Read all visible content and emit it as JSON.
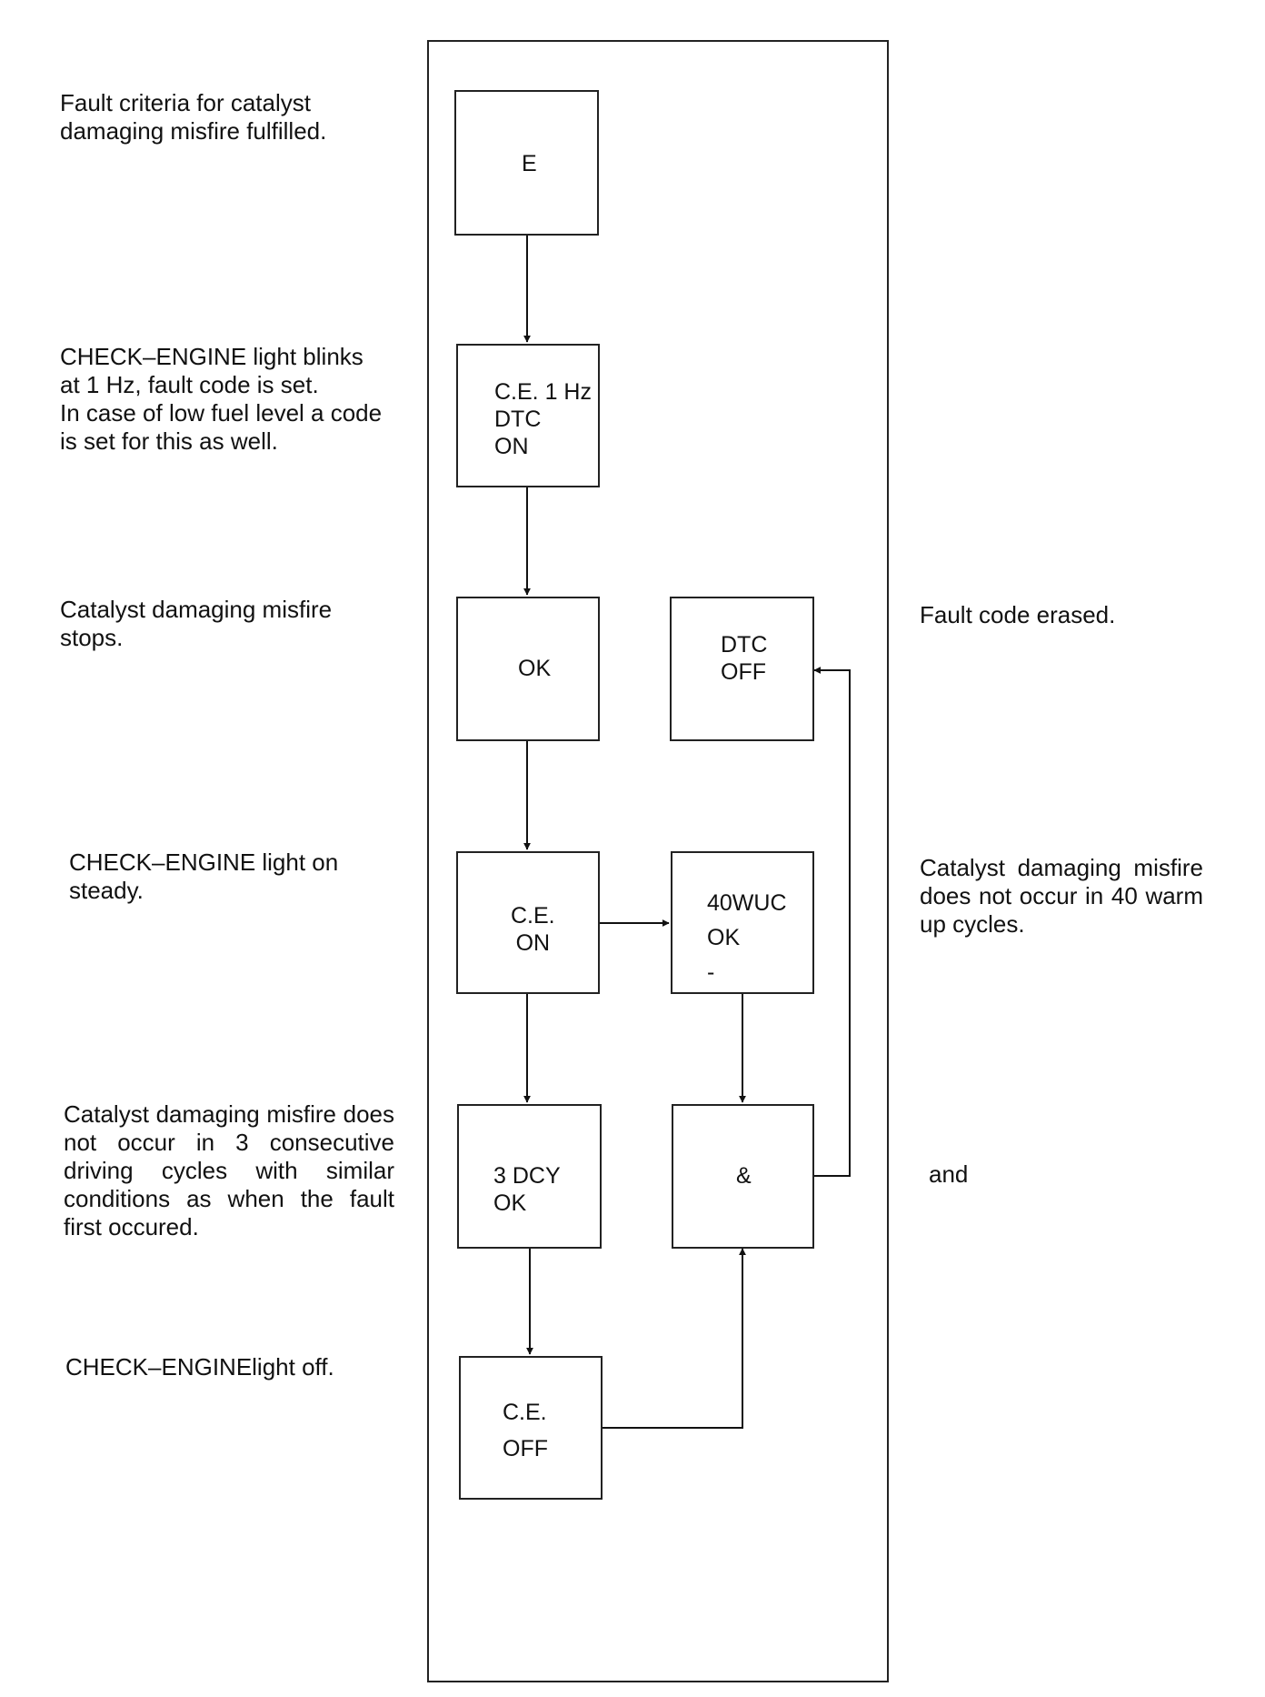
{
  "notes": {
    "fault_criteria": "Fault criteria for catalyst\ndamaging misfire fulfilled.",
    "ce_blinks": "CHECK–ENGINE light blinks\nat 1 Hz, fault code is set.\nIn case of low fuel level a code\nis set for this as well.",
    "misfire_stops": "Catalyst damaging misfire\nstops.",
    "ce_steady": "CHECK–ENGINE light on\nsteady.",
    "three_cycles": "Catalyst damaging misfire does not occur in 3 consecutive driving cycles with similar conditions as when the fault first occured.",
    "ce_off": "CHECK–ENGINElight off.",
    "fault_erased": "Fault code erased.",
    "forty_cycles": "Catalyst damaging misfire does not occur in 40 warm up cycles.",
    "and": "and"
  },
  "boxes": {
    "e": "E",
    "ce_1hz": "C.E. 1 Hz\nDTC\nON",
    "ok": "OK",
    "dtc_off": "DTC\nOFF",
    "ce_on": "C.E.\nON",
    "wuc_40": "40WUC\nOK\n-",
    "dcy_3": "3 DCY\nOK",
    "and_gate": "&",
    "ce_off": "C.E.\nOFF"
  }
}
